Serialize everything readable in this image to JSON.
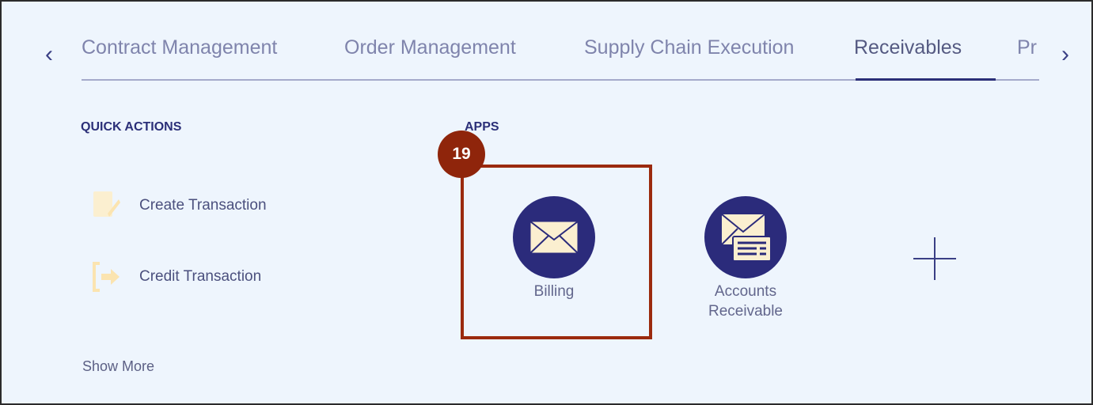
{
  "tabs": [
    {
      "label": "Contract Management",
      "active": false
    },
    {
      "label": "Order Management",
      "active": false
    },
    {
      "label": "Supply Chain Execution",
      "active": false
    },
    {
      "label": "Receivables",
      "active": true
    },
    {
      "label": "Pr",
      "active": false
    }
  ],
  "quick_actions": {
    "title": "QUICK ACTIONS",
    "items": [
      {
        "label": "Create Transaction",
        "icon": "edit-document-icon"
      },
      {
        "label": "Credit Transaction",
        "icon": "exit-arrow-icon"
      }
    ],
    "show_more": "Show More"
  },
  "apps": {
    "title": "APPS",
    "items": [
      {
        "label": "Billing",
        "icon": "envelope-icon"
      },
      {
        "label": "Accounts Receivable",
        "icon": "envelope-invoice-icon"
      }
    ]
  },
  "annotation": {
    "step": "19",
    "color": "#9b2a0e"
  },
  "colors": {
    "accent": "#2b2f78",
    "background": "#eef5fd",
    "icon_fill": "#fbefd0"
  }
}
